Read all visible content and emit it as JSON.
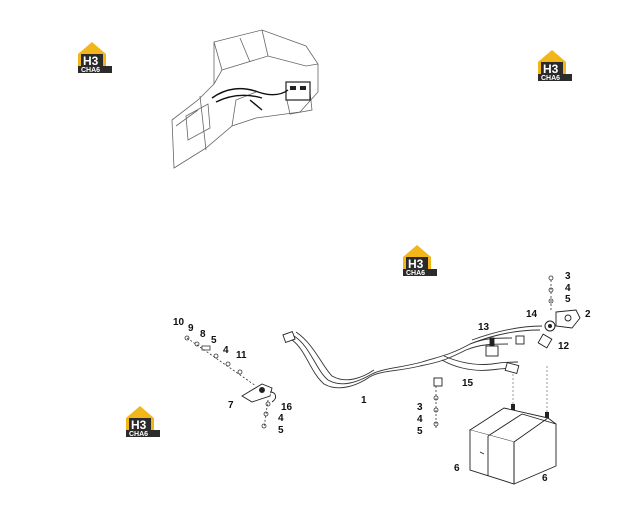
{
  "watermark": {
    "letters": "H3",
    "subtext": "CHA6",
    "color": "#f2b61b",
    "dark": "#2b2b2b"
  },
  "callouts": {
    "c1": "1",
    "c2": "2",
    "c3a": "3",
    "c4a": "4",
    "c5a": "5",
    "c3b": "3",
    "c4b": "4",
    "c5b": "5",
    "c4c": "4",
    "c5c": "5",
    "c5d": "5",
    "c6a": "6",
    "c6b": "6",
    "c7": "7",
    "c8": "8",
    "c9": "9",
    "c10": "10",
    "c11": "11",
    "c12": "12",
    "c13": "13",
    "c14": "14",
    "c15": "15",
    "c16": "16"
  }
}
